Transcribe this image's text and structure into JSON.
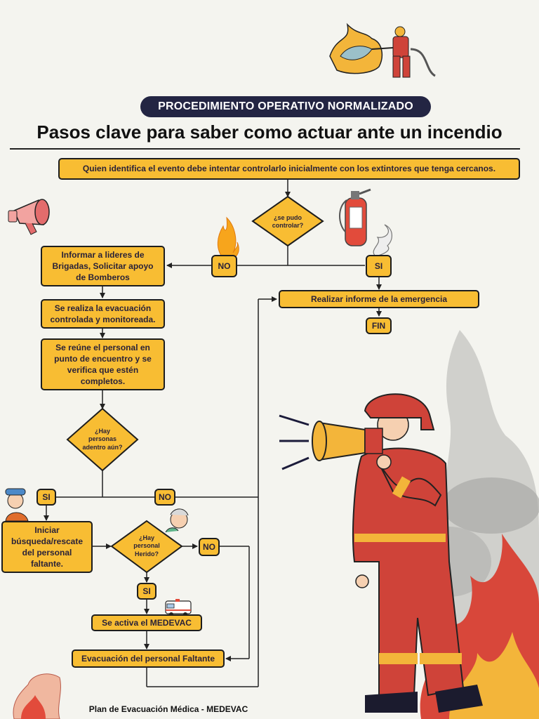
{
  "header": {
    "badge": "PROCEDIMIENTO OPERATIVO NORMALIZADO",
    "title": "Pasos clave para saber como actuar ante un incendio"
  },
  "flow": {
    "step1": "Quien identifica el evento debe intentar controlarlo inicialmente con los extintores que tenga cercanos.",
    "decision1": "¿se pudo controlar?",
    "no1": "NO",
    "si1": "SI",
    "informar": "Informar a lideres de Brigadas, Solicitar apoyo de Bomberos",
    "informe": "Realizar informe de la emergencia",
    "fin": "FIN",
    "evacuacion": "Se realiza la evacuación controlada y monitoreada.",
    "reune": "Se reúne el personal en punto de encuentro y se verifica que estén completos.",
    "decision2": "¿Hay personas adentro aún?",
    "si2": "SI",
    "no2": "NO",
    "busqueda": "Iniciar búsqueda/rescate del personal faltante.",
    "decision3": "¿Hay personal Herido?",
    "no3": "NO",
    "si3": "SI",
    "medevac": "Se activa el MEDEVAC",
    "evac_faltante": "Evacuación del personal Faltante"
  },
  "footer": "Plan de Evacuación Médica - MEDEVAC",
  "colors": {
    "box": "#f8bd33",
    "badge": "#232543",
    "firefighter": "#cf4339",
    "smoke": "#bdbdbd"
  },
  "icons": [
    "firefighter-hose-icon",
    "megaphone-icon",
    "flame-icon",
    "extinguisher-icon",
    "smoke-icon",
    "rescuer-icon",
    "injured-person-icon",
    "ambulance-icon",
    "firefighter-illustration",
    "fire-corner-icon"
  ]
}
